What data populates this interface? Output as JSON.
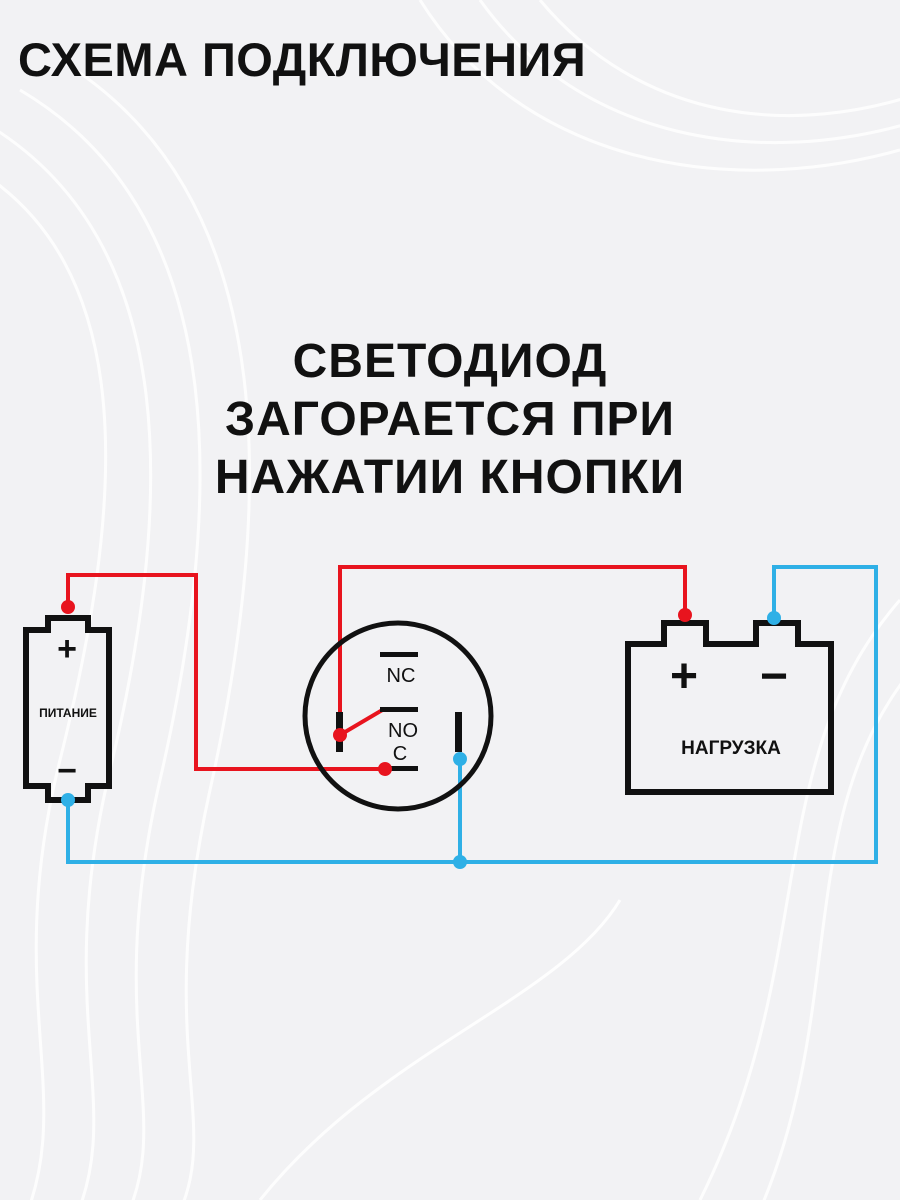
{
  "header": {
    "title": "СХЕМА ПОДКЛЮЧЕНИЯ"
  },
  "caption": {
    "lines": [
      "СВЕТОДИОД",
      "ЗАГОРАЕТСЯ ПРИ",
      "НАЖАТИИ КНОПКИ"
    ]
  },
  "diagram": {
    "power": {
      "label": "ПИТАНИЕ",
      "plus": "+",
      "minus": "−"
    },
    "switch": {
      "nc": "NC",
      "no": "NO",
      "c": "C"
    },
    "load": {
      "label": "НАГРУЗКА",
      "plus": "+",
      "minus": "−"
    },
    "colors": {
      "positive_wire": "#e8141e",
      "negative_wire": "#2fb0e6",
      "outline": "#111111"
    }
  }
}
